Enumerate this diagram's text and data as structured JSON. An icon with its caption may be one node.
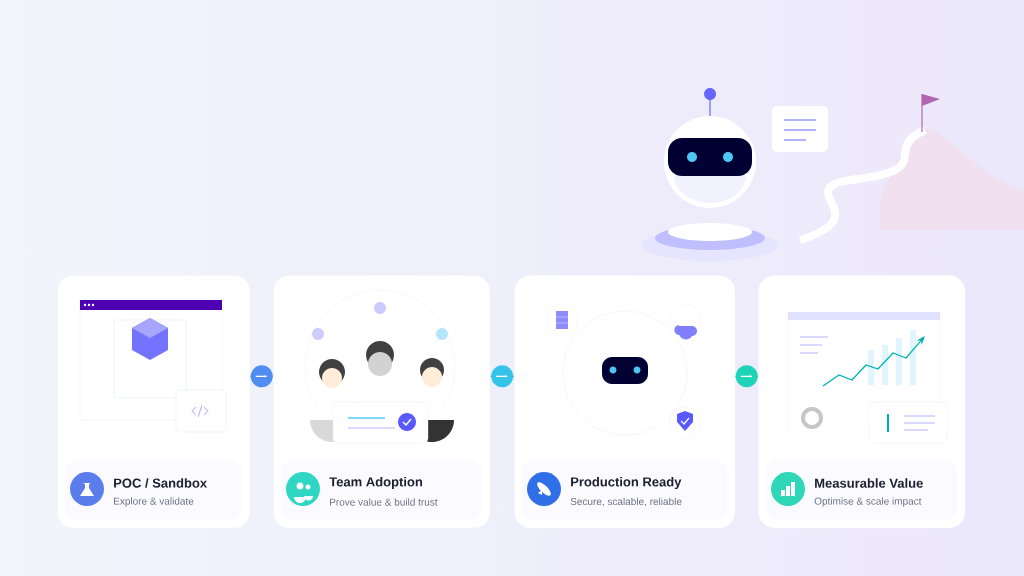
{
  "diagram": {
    "nodes": [
      {
        "text": [
          "POC / Sandbox",
          "Explore & validate"
        ]
      },
      {
        "text": [
          "Team Adoption",
          "Prove value & build trust"
        ]
      },
      {
        "text": [
          "Production Ready",
          "Secure, scalable, reliable"
        ]
      },
      {
        "text": [
          "Measurable Value",
          "Optimise & scale impact"
        ]
      }
    ],
    "edges": [
      {
        "from": 0,
        "to": 1,
        "arrow": "to",
        "color": "#4f8ef0"
      },
      {
        "from": 1,
        "to": 2,
        "arrow": "to",
        "color": "#35c3e8"
      },
      {
        "from": 2,
        "to": 3,
        "arrow": "to",
        "color": "#1fd3b8"
      }
    ]
  }
}
